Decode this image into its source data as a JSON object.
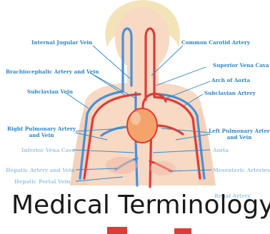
{
  "title": "Medical Terminology",
  "labels": {
    "internal_jugular_vein": "Internal Jugular Vein",
    "common_carotid_artery": "Common Carotid Artery",
    "superior_vena_cava": "Superior Vena Cava",
    "brachiocephalic_artery_and_vein": "Brachiocephalic Artery and Vein",
    "arch_of_aorta": "Arch of Aorta",
    "subclavian_vein": "Subclavian Vein",
    "subclavian_artery": "Subclavian Artery",
    "right_pulmonary_artery_line1": "Right Pulmonary Artery",
    "right_pulmonary_artery_line2": "and Vein",
    "left_pulmonary_artery_line1": "Left Pulmonary Artery",
    "left_pulmonary_artery_line2": "and Vein",
    "inferior_vena_cava": "Inferior Vena Cava",
    "aorta": "Aorta",
    "hepatic_artery_and_vein": "Hepatic Artery and Vein",
    "mesenteric_arteries": "Mesenteric Arteries",
    "hepatic_portal_vein": "Hepatic Portal Vein",
    "renal_artery": "Renal Artery"
  },
  "colors": {
    "label": "#2f86c6",
    "artery": "#e03b36",
    "vein": "#4a8fd6",
    "skin": "#f7d9c4",
    "hair": "#f3e3b8",
    "heart": "#f4a36a",
    "title": "#1a1a1a"
  }
}
